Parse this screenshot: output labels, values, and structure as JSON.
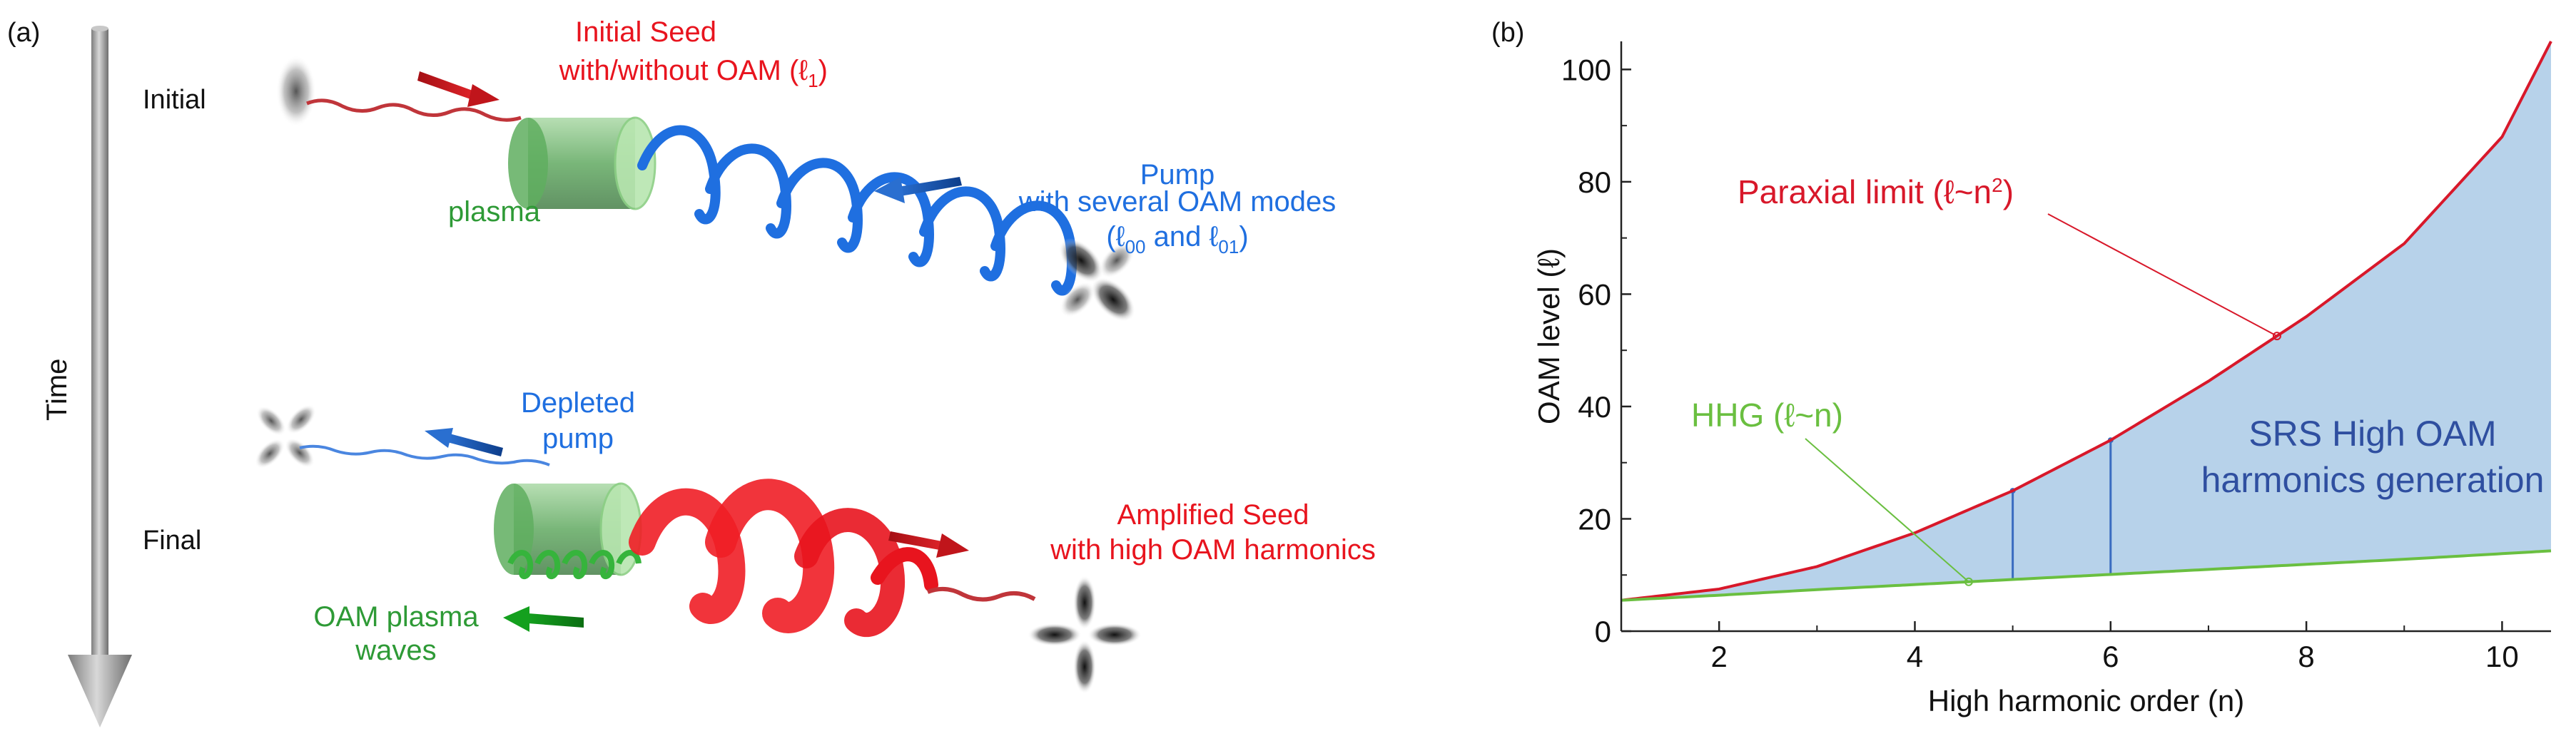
{
  "panel_a": {
    "label": "(a)",
    "time_label": "Time",
    "initial_label": "Initial",
    "final_label": "Final",
    "seed_line1": "Initial Seed",
    "seed_line2": "with/without OAM (ℓ",
    "seed_sub": "1",
    "seed_close": ")",
    "plasma_label": "plasma",
    "pump_line1": "Pump",
    "pump_line2": "with several OAM modes",
    "pump_l00_pre": "(ℓ",
    "pump_l00_sub": "00",
    "pump_and": " and ℓ",
    "pump_l01_sub": "01",
    "pump_close": ")",
    "depleted_line1": "Depleted",
    "depleted_line2": "pump",
    "amplified_line1": "Amplified Seed",
    "amplified_line2": "with high OAM harmonics",
    "waves_line1": "OAM plasma",
    "waves_line2": "waves",
    "colors": {
      "seed": "#e8141e",
      "pump": "#1f6fe0",
      "plasma": "#3aa33a",
      "axis": "#9a9a9a"
    }
  },
  "panel_b": {
    "label": "(b)",
    "paraxial_text": "Paraxial limit (ℓ~n",
    "paraxial_sup": "2",
    "paraxial_close": ")",
    "hhg_text": "HHG (ℓ~n)",
    "region_line1": "SRS High OAM",
    "region_line2": "harmonics generation",
    "colors": {
      "paraxial": "#d8182a",
      "hhg": "#6abf40",
      "fill": "#b7d2ea",
      "region_text": "#2f4fa0"
    }
  },
  "chart_data": {
    "type": "area",
    "xlabel": "High harmonic order (n)",
    "ylabel": "OAM level (ℓ)",
    "xlim": [
      1,
      10.5
    ],
    "ylim": [
      0,
      105
    ],
    "xticks": [
      2,
      4,
      6,
      8,
      10
    ],
    "yticks": [
      0,
      20,
      40,
      60,
      80,
      100
    ],
    "grid": false,
    "series": [
      {
        "name": "Paraxial limit (ℓ~n²)",
        "x": [
          1,
          2,
          3,
          4,
          5,
          6,
          7,
          8,
          9,
          10,
          10.5
        ],
        "values": [
          5.5,
          7.5,
          11.5,
          17.5,
          25,
          34,
          44.5,
          56,
          69,
          88,
          105
        ]
      },
      {
        "name": "HHG (ℓ~n)",
        "x": [
          1,
          2,
          3,
          4,
          5,
          6,
          7,
          8,
          9,
          10,
          10.5
        ],
        "values": [
          5.5,
          6.4,
          7.4,
          8.3,
          9.2,
          10.1,
          11,
          11.9,
          12.8,
          13.8,
          14.3
        ]
      }
    ],
    "markers": [
      {
        "x": 5,
        "low": 9.2,
        "high": 25
      },
      {
        "x": 6,
        "low": 10.1,
        "high": 34
      }
    ]
  }
}
